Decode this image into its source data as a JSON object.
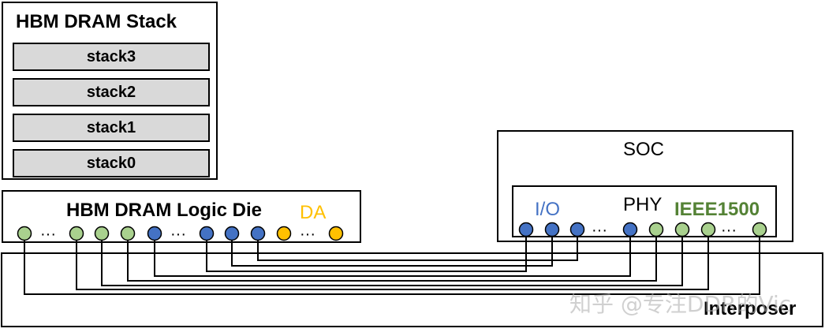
{
  "stack": {
    "title": "HBM DRAM Stack",
    "layers": [
      "stack3",
      "stack2",
      "stack1",
      "stack0"
    ]
  },
  "logic_die": {
    "title": "HBM DRAM Logic Die",
    "da_label": "DA"
  },
  "soc": {
    "title": "SOC",
    "io_label": "I/O",
    "phy_label": "PHY",
    "ieee_label": "IEEE1500"
  },
  "interposer": {
    "label": "Interposer"
  },
  "ellipsis": "···",
  "watermark": "知乎 @专注DDR的Vic",
  "colors": {
    "green_pin": "#a9d18e",
    "blue_pin": "#4472c4",
    "orange_pin": "#ffc000",
    "io_text": "#4472c4",
    "ieee_text": "#548235",
    "da_text": "#ffc000",
    "layer_fill": "#d9d9d9"
  }
}
